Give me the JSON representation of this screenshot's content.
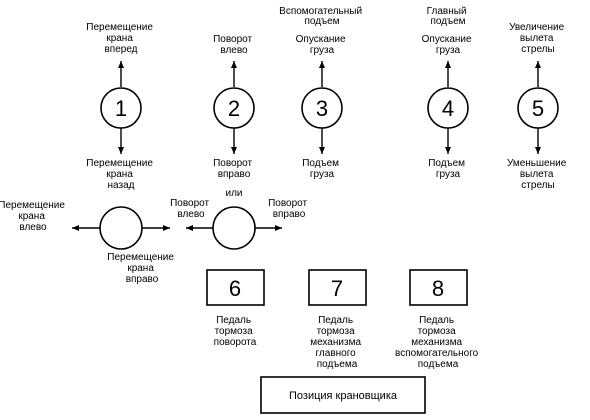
{
  "lever_labels": {
    "l1_top": [
      "Перемещение",
      "крана",
      "вперед"
    ],
    "l1_bottom": [
      "Перемещение",
      "крана",
      "назад"
    ],
    "l2_top": [
      "Поворот",
      "влево"
    ],
    "l2_bottom": [
      "Поворот",
      "вправо"
    ],
    "l3_top": [
      "Вспомогательный",
      "подъем"
    ],
    "l3_top2": [
      "Опускание",
      "груза"
    ],
    "l3_bottom": [
      "Подъем",
      "груза"
    ],
    "l4_top": [
      "Главный",
      "подъем"
    ],
    "l4_top2": [
      "Опускание",
      "груза"
    ],
    "l4_bottom": [
      "Подъем",
      "груза"
    ],
    "l5_top": [
      "Увеличение",
      "вылета",
      "стрелы"
    ],
    "l5_bottom": [
      "Уменьшение",
      "вылета",
      "стрелы"
    ]
  },
  "lever_numbers": [
    "1",
    "2",
    "3",
    "4",
    "5"
  ],
  "alt_labels": {
    "left_left": [
      "Перемещение",
      "крана",
      "влево"
    ],
    "left_right": [
      "Перемещение",
      "крана",
      "вправо"
    ],
    "or": "или",
    "right_left": [
      "Поворот",
      "влево"
    ],
    "right_right": [
      "Поворот",
      "вправо"
    ]
  },
  "pedals": [
    {
      "number": "6",
      "label": [
        "Педаль",
        "тормоза",
        "поворота"
      ]
    },
    {
      "number": "7",
      "label": [
        "Педаль",
        "тормоза",
        "механизма",
        "главного",
        "подъема"
      ]
    },
    {
      "number": "8",
      "label": [
        "Педаль",
        "тормоза",
        "механизма",
        "вспомогательного",
        "подъема"
      ]
    }
  ],
  "operator_position": "Позиция крановщика"
}
